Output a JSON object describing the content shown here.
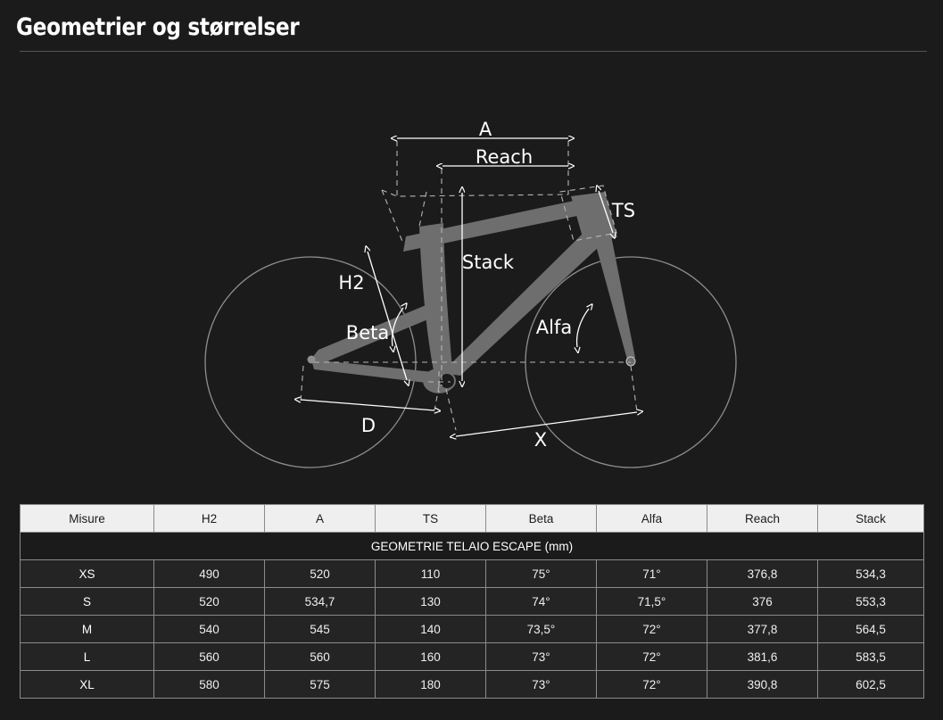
{
  "header": {
    "title": "Geometrier og størrelser"
  },
  "diagram": {
    "name": "bicycle-geometry-diagram",
    "labels": {
      "a": "A",
      "reach": "Reach",
      "ts": "TS",
      "stack": "Stack",
      "h2": "H2",
      "beta": "Beta",
      "alfa": "Alfa",
      "d": "D",
      "x": "X"
    },
    "colors": {
      "background": "#1b1b1b",
      "frame": "#6e6e6e",
      "frame_dark": "#5a5a5a",
      "wheel_outline": "#8f8f8f",
      "dimension_line": "#ffffff",
      "construction_line": "#b0b0b0"
    }
  },
  "table": {
    "columns": [
      "Misure",
      "H2",
      "A",
      "TS",
      "Beta",
      "Alfa",
      "Reach",
      "Stack"
    ],
    "section_title": "GEOMETRIE TELAIO ESCAPE (mm)",
    "rows": [
      {
        "size": "XS",
        "h2": "490",
        "a": "520",
        "ts": "110",
        "beta": "75°",
        "alfa": "71°",
        "reach": "376,8",
        "stack": "534,3"
      },
      {
        "size": "S",
        "h2": "520",
        "a": "534,7",
        "ts": "130",
        "beta": "74°",
        "alfa": "71,5°",
        "reach": "376",
        "stack": "553,3"
      },
      {
        "size": "M",
        "h2": "540",
        "a": "545",
        "ts": "140",
        "beta": "73,5°",
        "alfa": "72°",
        "reach": "377,8",
        "stack": "564,5"
      },
      {
        "size": "L",
        "h2": "560",
        "a": "560",
        "ts": "160",
        "beta": "73°",
        "alfa": "72°",
        "reach": "381,6",
        "stack": "583,5"
      },
      {
        "size": "XL",
        "h2": "580",
        "a": "575",
        "ts": "180",
        "beta": "73°",
        "alfa": "72°",
        "reach": "390,8",
        "stack": "602,5"
      }
    ]
  }
}
